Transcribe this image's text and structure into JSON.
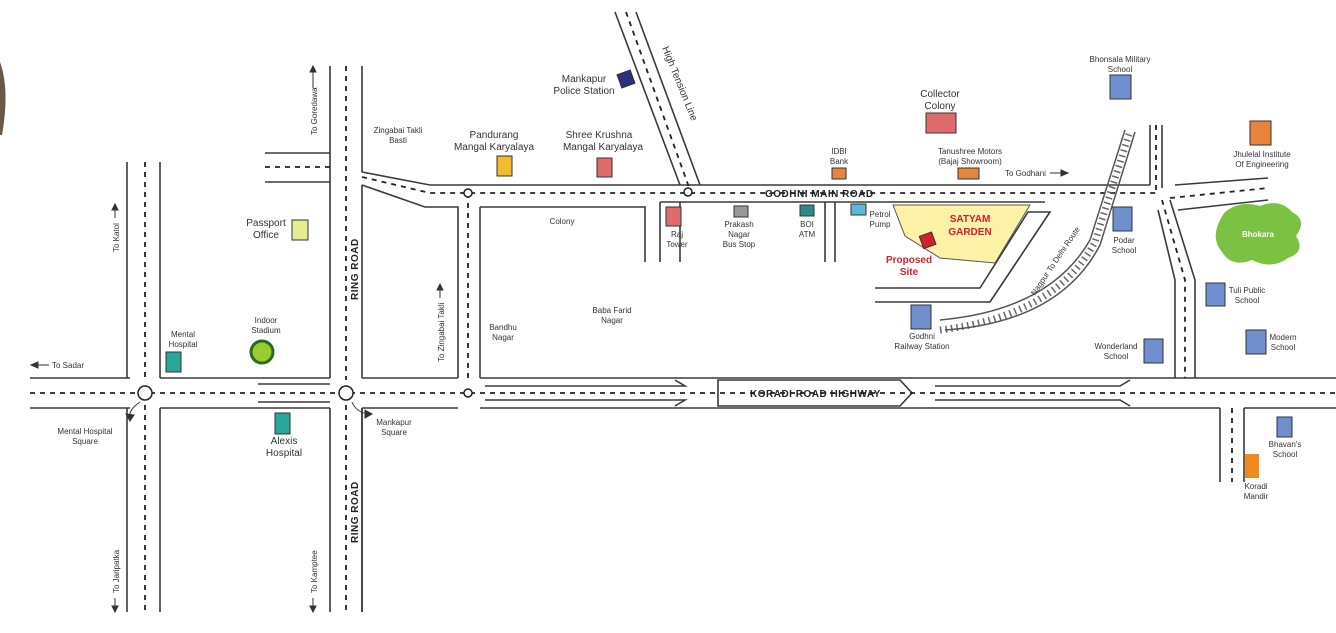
{
  "colors": {
    "blue": "#6f8fcf",
    "red": "#e06b6b",
    "orange": "#e8843c",
    "yellow": "#f0bd2c",
    "teal": "#2aa79a",
    "navy": "#2d2f7f",
    "lime": "#e4ec8e",
    "grey": "#999999",
    "site": "#fbf2a8",
    "park": "#7cc242",
    "siteMarker": "#d4202a"
  },
  "roads": {
    "godhni_main": "GODHNI MAIN ROAD",
    "koradi_highway": "KORADI ROAD HIGHWAY",
    "ring_top": "RING ROAD",
    "ring_bottom": "RING ROAD",
    "high_tension": "High Tension Line",
    "nagpur_delhi": "Nagpur To Delhi Route"
  },
  "directions": {
    "goredawa": "To Goredawa",
    "katol": "To Katol",
    "sadar": "To Sadar",
    "zingabai": "To Zingabai Takli",
    "godhani": "To Godhani",
    "jaripatka": "To Jaripatka",
    "kamptee": "To Kamptee"
  },
  "highlight": {
    "site_line1": "SATYAM",
    "site_line2": "GARDEN",
    "proposed1": "Proposed",
    "proposed2": "Site",
    "park": "Bhokara"
  },
  "landmarks": {
    "mankapur_ps": [
      "Mankapur",
      "Police Station"
    ],
    "pandurang": [
      "Pandurang",
      "Mangal Karyalaya"
    ],
    "shree_krushna": [
      "Shree Krushna",
      "Mangal Karyalaya"
    ],
    "collector": [
      "Collector",
      "Colony"
    ],
    "bhonsala": [
      "Bhonsala Military",
      "School"
    ],
    "jhulelal": [
      "Jhulelal Institute",
      "Of Engineering"
    ],
    "zingabai_basti": [
      "Zingabai Takli",
      "Basti"
    ],
    "idbi": [
      "IDBI",
      "Bank"
    ],
    "tanushree": [
      "Tanushree Motors",
      "(Bajaj Showroom)"
    ],
    "passport": [
      "Passport",
      "Office"
    ],
    "colony": [
      "Colony"
    ],
    "raj_tower": [
      "Raj",
      "Tower"
    ],
    "prakash": [
      "Prakash",
      "Nagar",
      "Bus Stop"
    ],
    "boi": [
      "BOI",
      "ATM"
    ],
    "petrol": [
      "Petrol",
      "Pump"
    ],
    "podar": [
      "Podar",
      "School"
    ],
    "tuli": [
      "Tuli Public",
      "School"
    ],
    "baba_farid": [
      "Baba Farid",
      "Nagar"
    ],
    "bandhu": [
      "Bandhu",
      "Nagar"
    ],
    "mental_hospital": [
      "Mental",
      "Hospital"
    ],
    "indoor_stadium": [
      "Indoor",
      "Stadium"
    ],
    "godhni_rs": [
      "Godhni",
      "Railway Station"
    ],
    "wonderland": [
      "Wonderland",
      "School"
    ],
    "modern": [
      "Modern",
      "School"
    ],
    "mental_sq": [
      "Mental Hospital",
      "Square"
    ],
    "alexis": [
      "Alexis",
      "Hospital"
    ],
    "mankapur_sq": [
      "Mankapur",
      "Square"
    ],
    "bhavans": [
      "Bhavan's",
      "School"
    ],
    "koradi_mandir": [
      "Koradi",
      "Mandir"
    ]
  }
}
